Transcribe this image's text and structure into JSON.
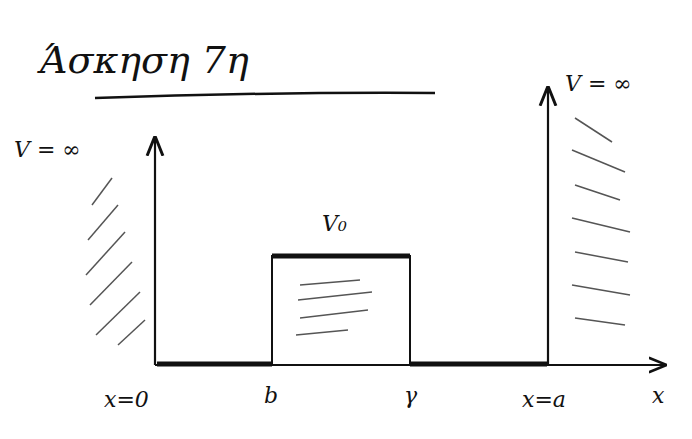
{
  "diagram": {
    "title": "Άσκηση 7η",
    "labels": [
      "V = ∞",
      "V = ∞",
      "V₀",
      "x=0",
      "b",
      "γ",
      "x=a",
      "x"
    ]
  }
}
